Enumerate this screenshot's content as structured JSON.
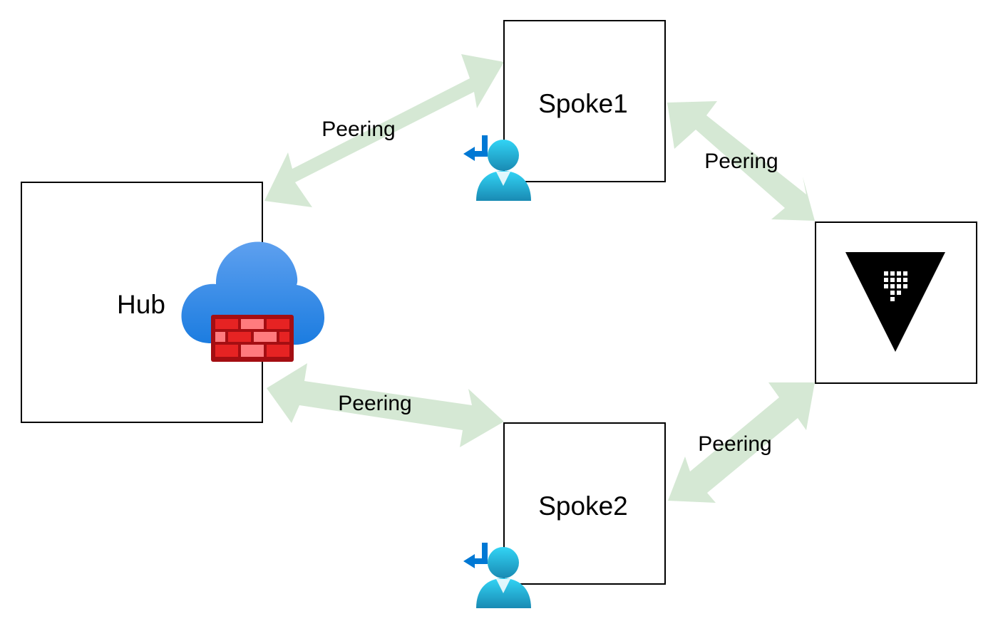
{
  "nodes": {
    "hub": {
      "label": "Hub",
      "icon": "firewall-cloud-icon"
    },
    "spoke1": {
      "label": "Spoke1",
      "icon": "user-jit-icon"
    },
    "spoke2": {
      "label": "Spoke2",
      "icon": "user-jit-icon"
    },
    "vault": {
      "icon": "vault-triangle-icon"
    }
  },
  "edges": {
    "hub_spoke1": {
      "label": "Peering"
    },
    "spoke1_vault": {
      "label": "Peering"
    },
    "hub_spoke2": {
      "label": "Peering"
    },
    "spoke2_vault": {
      "label": "Peering"
    }
  },
  "colors": {
    "arrow": "#d5e8d4",
    "box_border": "#000000",
    "cloud_top": "#5ea0ef",
    "cloud_bottom": "#1b7ce0",
    "firewall_red": "#e62323",
    "firewall_pink": "#ff7b7e",
    "firewall_border": "#a40e12",
    "user_light": "#32d4f5",
    "user_dark": "#198ab3",
    "jit_arrow": "#0078d4",
    "vault": "#000000"
  }
}
